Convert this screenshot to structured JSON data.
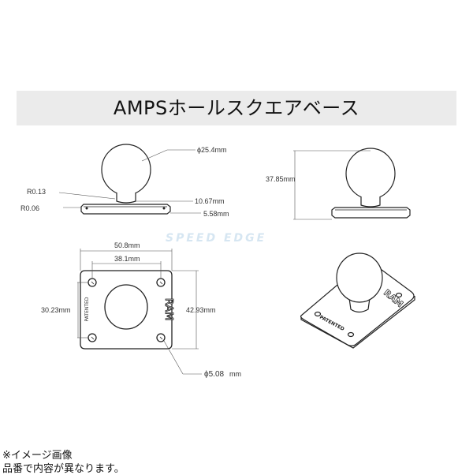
{
  "title": "AMPSホールスクエアベース",
  "watermark": "SPEED EDGE",
  "dimensions": {
    "ball_diameter": "ϕ25.4mm",
    "r013": "R0.13",
    "r006": "R0.06",
    "neck": "10.67mm",
    "base_thickness": "5.58mm",
    "height": "37.85mm",
    "width_outer": "50.8mm",
    "width_holes": "38.1mm",
    "height_holes": "30.23mm",
    "height_outer": "42.93mm",
    "hole_diameter": "ϕ5.08",
    "hole_unit": "mm"
  },
  "plate_text": {
    "ram": "RAM",
    "patented": "PATENTED",
    "iso_ram": "RAM",
    "iso_patented": "PATENTED"
  },
  "notes": {
    "line1": "※イメージ画像",
    "line2": "品番で内容が異なります。"
  }
}
